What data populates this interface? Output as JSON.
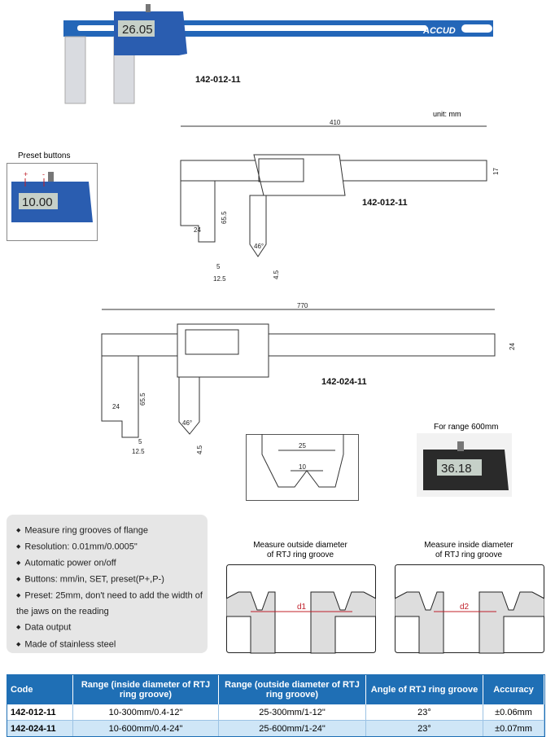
{
  "top_caliper": {
    "brand": "ACCUD",
    "display": "26.05",
    "model": "142-012-11"
  },
  "unit": "unit: mm",
  "preset": {
    "title": "Preset buttons",
    "display": "10.00",
    "plus": "+",
    "minus": "-"
  },
  "drawing1": {
    "model": "142-012-11",
    "length": "410",
    "height": "17",
    "jaw_width": "24",
    "jaw_length": "65.5",
    "tip": "5",
    "tip_offset": "12.5",
    "angle": "46°",
    "tip_height": "4.5"
  },
  "drawing2": {
    "model": "142-024-11",
    "length": "770",
    "height": "24",
    "jaw_width": "24",
    "jaw_length": "65.5",
    "tip": "5",
    "tip_offset": "12.5",
    "angle": "46°",
    "tip_height": "4.5"
  },
  "detail": {
    "outer": "25",
    "inner": "10"
  },
  "photo600": {
    "title": "For range 600mm",
    "display": "36.18"
  },
  "features": [
    "Measure ring grooves of flange",
    "Resolution: 0.01mm/0.0005\"",
    "Automatic power on/off",
    "Buttons: mm/in, SET, preset(P+,P-)",
    "Preset: 25mm, don't need to add the width of the jaws on the reading",
    "Data output",
    "Made of stainless steel"
  ],
  "rtj_outside": {
    "title1": "Measure outside diameter",
    "title2": "of RTJ ring groove",
    "dim": "d1"
  },
  "rtj_inside": {
    "title1": "Measure inside diameter",
    "title2": "of RTJ ring groove",
    "dim": "d2"
  },
  "table": {
    "headers": [
      "Code",
      "Range (inside diameter of RTJ ring groove)",
      "Range (outside diameter of RTJ ring groove)",
      "Angle of RTJ ring groove",
      "Accuracy"
    ],
    "rows": [
      [
        "142-012-11",
        "10-300mm/0.4-12\"",
        "25-300mm/1-12\"",
        "23°",
        "±0.06mm"
      ],
      [
        "142-024-11",
        "10-600mm/0.4-24\"",
        "25-600mm/1-24\"",
        "23°",
        "±0.07mm"
      ]
    ]
  },
  "colors": {
    "brand_blue": "#1f5fb0",
    "header_blue": "#1f6fb5",
    "row_alt": "#cfe6f7",
    "dim_red": "#c0202a"
  }
}
